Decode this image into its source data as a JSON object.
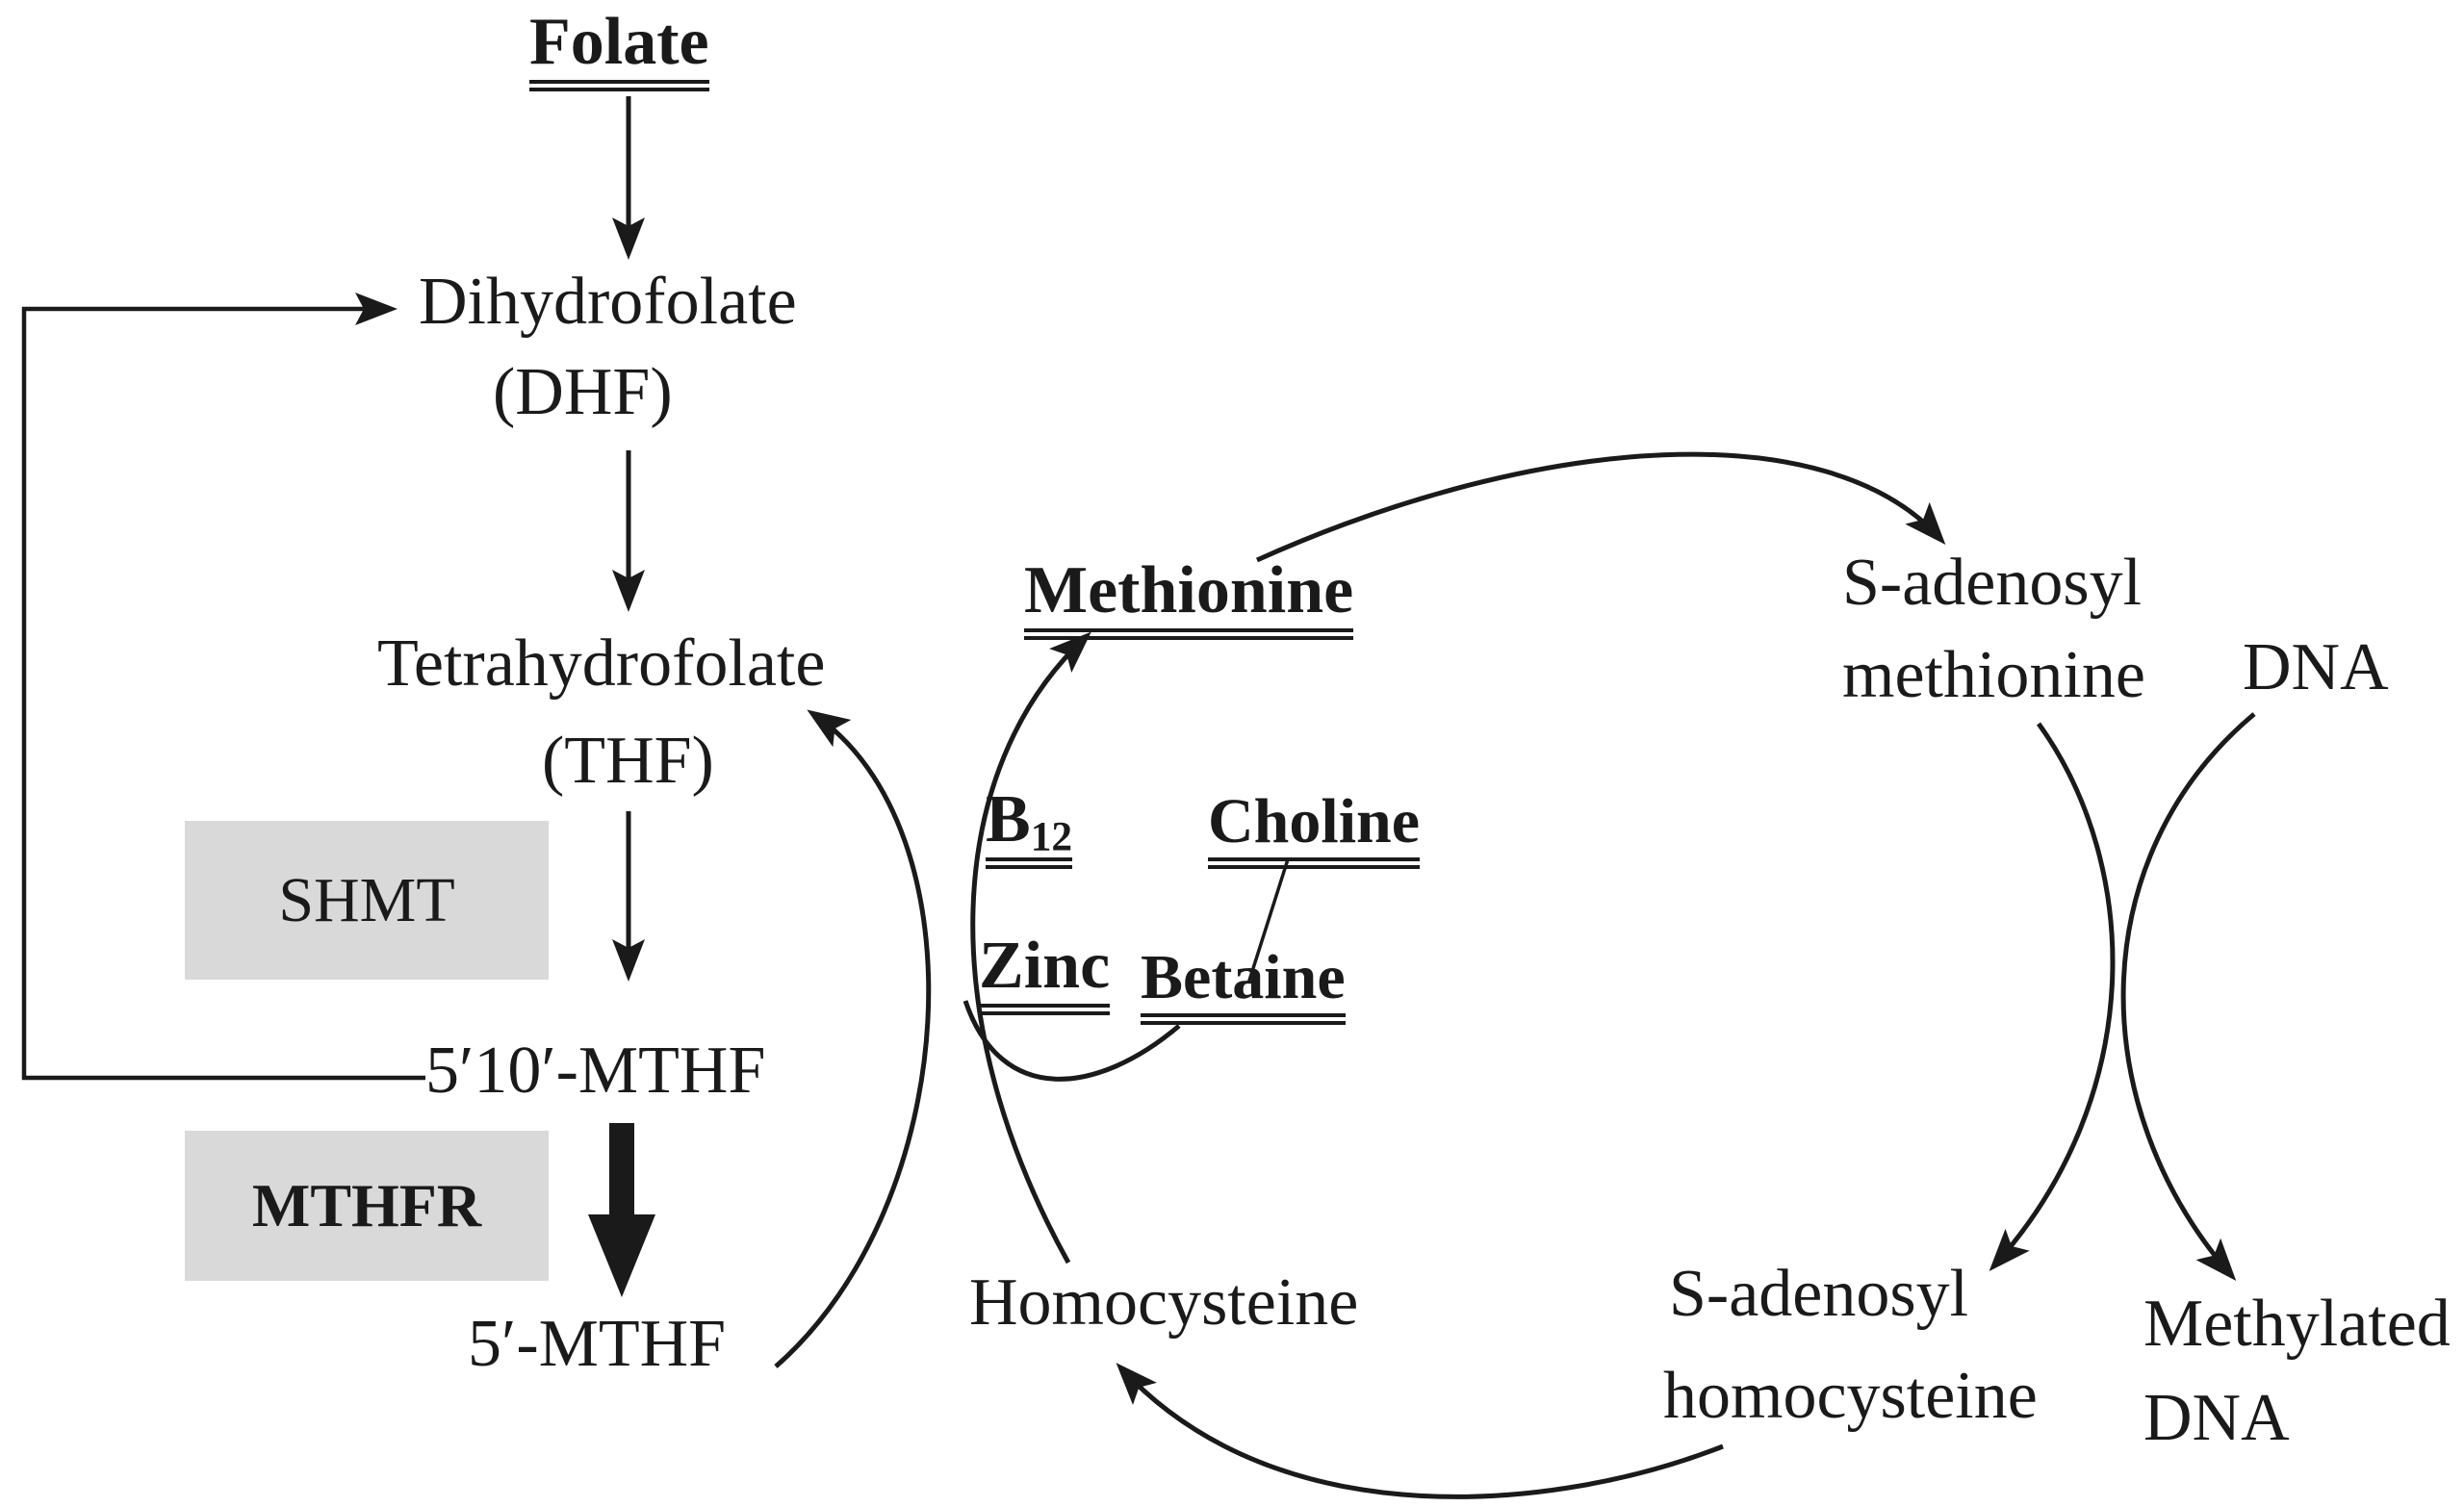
{
  "diagram": {
    "title": "Folate and methionine metabolic cycle",
    "background_color": "#ffffff",
    "line_color": "#1a1a1a",
    "enzyme_box_color": "#d9d9d9",
    "labels": {
      "folate": "Folate",
      "dihydrofolate": "Dihydrofolate",
      "dhf_abbrev": "(DHF)",
      "tetrahydrofolate": "Tetrahydrofolate",
      "thf_abbrev": "(THF)",
      "shmt": "SHMT",
      "mthf_510": "5′10′-MTHF",
      "mthfr": "MTHFR",
      "mthf_5": "5′-MTHF",
      "methionine": "Methionine",
      "b12_base": "B",
      "b12_sub": "12",
      "zinc": "Zinc",
      "choline": "Choline",
      "betaine": "Betaine",
      "homocysteine": "Homocysteine",
      "sam_line1": "S-adenosyl",
      "sam_line2": "methionine",
      "dna": "DNA",
      "sah_line1": "S-adenosyl",
      "sah_line2": "homocysteine",
      "methylated_line1": "Methylated",
      "methylated_line2": "DNA"
    },
    "edges": [
      {
        "from": "Folate",
        "to": "Dihydrofolate (DHF)",
        "style": "straight-arrow"
      },
      {
        "from": "Dihydrofolate (DHF)",
        "to": "Tetrahydrofolate (THF)",
        "style": "straight-arrow"
      },
      {
        "from": "Tetrahydrofolate (THF)",
        "to": "5′10′-MTHF",
        "enzyme": "SHMT",
        "style": "straight-arrow"
      },
      {
        "from": "5′10′-MTHF",
        "to": "5′-MTHF",
        "enzyme": "MTHFR",
        "style": "thick-arrow"
      },
      {
        "from": "5′10′-MTHF",
        "to": "Dihydrofolate (DHF)",
        "style": "rectangular-feedback-arrow"
      },
      {
        "from": "5′-MTHF",
        "to": "Tetrahydrofolate (THF)",
        "style": "curved-arrow"
      },
      {
        "from": "Homocysteine",
        "to": "Methionine",
        "cofactors": [
          "B12",
          "Zinc",
          "Betaine"
        ],
        "style": "curved-arrow"
      },
      {
        "from": "Choline",
        "to": "Betaine",
        "style": "plain-line"
      },
      {
        "from": "Betaine",
        "to": "Homocysteine-Methionine arc",
        "style": "curved-line"
      },
      {
        "from": "Methionine",
        "to": "S-adenosyl methionine",
        "style": "curved-arrow"
      },
      {
        "from": "S-adenosyl methionine",
        "to": "S-adenosyl homocysteine",
        "style": "curved-arrow-crossing"
      },
      {
        "from": "DNA",
        "to": "Methylated DNA",
        "style": "curved-arrow-crossing"
      },
      {
        "from": "S-adenosyl homocysteine",
        "to": "Homocysteine",
        "style": "curved-arrow"
      }
    ]
  }
}
